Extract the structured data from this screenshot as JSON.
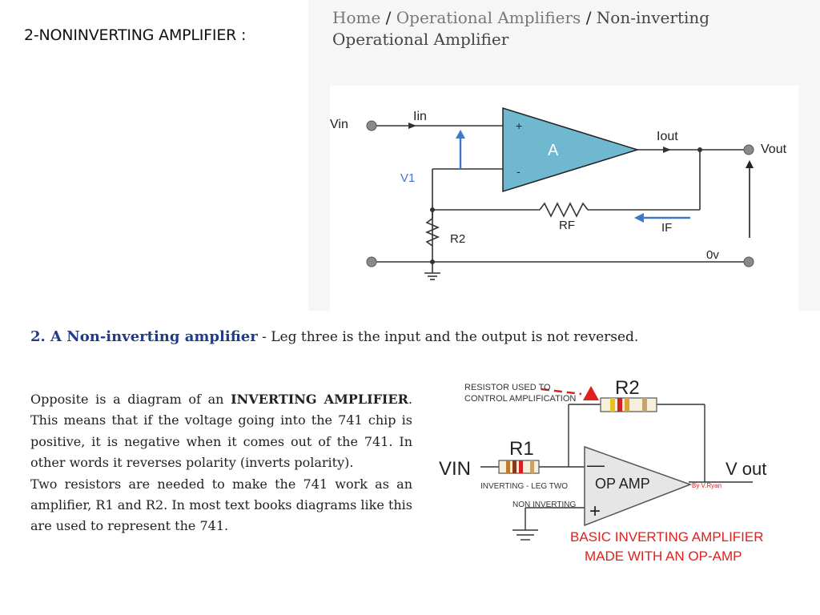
{
  "slide": {
    "title": "2-NONINVERTING AMPLIFIER :"
  },
  "breadcrumb": {
    "home": "Home",
    "sep": "/",
    "section": "Operational Amplifiers",
    "current": "Non-inverting Operational Amplifier"
  },
  "noninverting_diagram": {
    "vin": "Vin",
    "iin": "Iin",
    "v1": "V1",
    "amp": "A",
    "plus": "+",
    "minus": "-",
    "iout": "Iout",
    "vout": "Vout",
    "rf": "RF",
    "if": "IF",
    "r2": "R2",
    "ov": "0v",
    "colors": {
      "amp_fill": "#6fb8cf",
      "arrow": "#3f78c8"
    }
  },
  "section": {
    "heading": "2. A Non-inverting amplifier",
    "subtext": " - Leg three is the input and the output is not reversed."
  },
  "body": {
    "p1_start": "Opposite is a diagram of an ",
    "p1_bold": "INVERTING AMPLIFIER",
    "p1_rest": ". This means that if the voltage going into the 741 chip is positive, it is negative when it comes out of the 741. In other words it reverses polarity (inverts polarity).",
    "p2": "Two resistors are needed to make the 741 work as an amplifier, R1 and R2. In most text books diagrams like this are used to represent the 741."
  },
  "inverting_diagram": {
    "resistor_note_1": "RESISTOR USED TO",
    "resistor_note_2": "CONTROL AMPLIFICATION",
    "r2": "R2",
    "r1": "R1",
    "vin": "VIN",
    "vout": "V out",
    "inverting": "INVERTING - LEG TWO",
    "non_inverting": "NON INVERTING",
    "minus": "—",
    "plus": "+",
    "op_amp": "OP AMP",
    "credit": "By V.Ryan",
    "caption_1": "BASIC INVERTING AMPLIFIER",
    "caption_2": "MADE WITH AN OP-AMP",
    "colors": {
      "caption": "#e0201c",
      "amp_fill": "#e6e6e6"
    }
  }
}
